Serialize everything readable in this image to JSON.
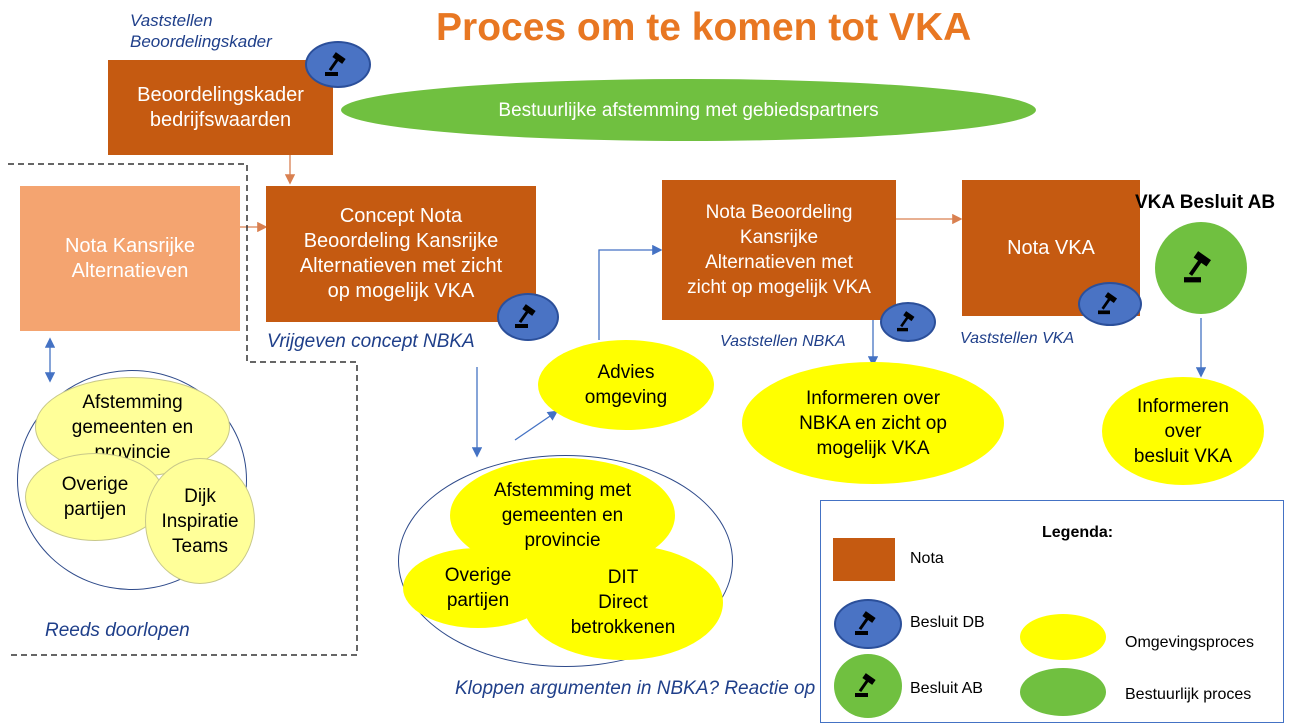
{
  "title": "Proces om te komen tot VKA",
  "labels": {
    "vaststellen_kader": "Vaststellen\nBeoordelingskader",
    "vrijgeven": "Vrijgeven concept NBKA",
    "vaststellen_nbka": "Vaststellen NBKA",
    "vaststellen_vka": "Vaststellen VKA",
    "vka_besluit_ab": "VKA Besluit AB",
    "reeds": "Reeds doorlopen",
    "kloppen": "Kloppen argumenten in NBKA?\nReactie op zicht op mogelijk VKA"
  },
  "boxes": {
    "beoordelingskader": "Beoordelingskader\nbedrijfswaarden",
    "nota_kansrijke": "Nota Kansrijke\nAlternatieven",
    "concept_nota": "Concept Nota\nBeoordeling Kansrijke\nAlternatieven met zicht\nop mogelijk VKA",
    "nota_beoordeling": "Nota Beoordeling\nKansrijke\nAlternatieven met\nzicht op mogelijk VKA",
    "nota_vka": "Nota VKA"
  },
  "ellipses": {
    "bestuurlijke": "Bestuurlijke afstemming met gebiedspartners",
    "afstemming_left": "Afstemming\ngemeenten en\nprovincie",
    "overige_left": "Overige\npartijen",
    "dijk": "Dijk\nInspiratie\nTeams",
    "advies": "Advies\nomgeving",
    "afstemming_mid": "Afstemming met\ngemeenten en\nprovincie",
    "overige_mid": "Overige\npartijen",
    "dit": "DIT\nDirect\nbetrokkenen",
    "informeren_nbka": "Informeren over\nNBKA en zicht op\nmogelijk VKA",
    "informeren_vka": "Informeren\nover\nbesluit VKA"
  },
  "legend": {
    "title": "Legenda:",
    "nota": "Nota",
    "besluit_db": "Besluit DB",
    "besluit_ab": "Besluit AB",
    "omgevingsproces": "Omgevingsproces",
    "bestuurlijk_proces": "Bestuurlijk proces"
  },
  "colors": {
    "nota": "#c55a11",
    "nota_light": "#f4a470",
    "omgeving": "#ffff00",
    "bestuurlijk": "#70c040",
    "besluit_db": "#4a73c4",
    "title": "#e87722",
    "arrow": "#4472c4"
  },
  "icons": [
    "gavel-icon"
  ]
}
